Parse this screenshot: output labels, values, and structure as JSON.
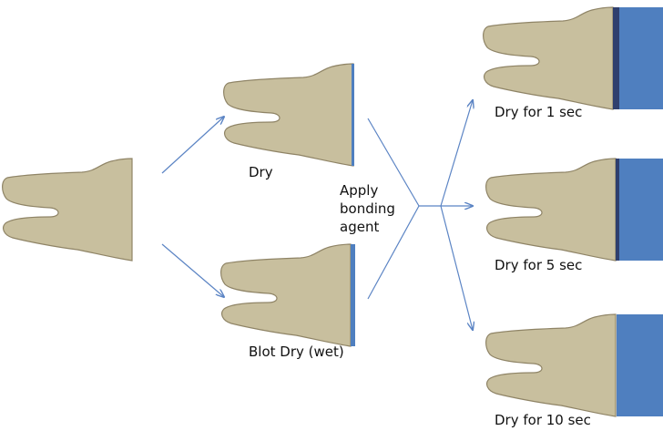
{
  "labels": {
    "dry": "Dry",
    "blot_dry": "Blot Dry (wet)",
    "apply_line1": "Apply",
    "apply_line2": "bonding",
    "apply_line3": "agent",
    "dry_1": "Dry for 1 sec",
    "dry_5": "Dry for 5 sec",
    "dry_10": "Dry for 10 sec"
  },
  "colors": {
    "tooth_fill": "#c8bf9e",
    "tooth_stroke": "#8f8466",
    "bond_layer": "#2f3f6e",
    "composite": "#4f7fbf",
    "arrow": "#5b84c4"
  }
}
